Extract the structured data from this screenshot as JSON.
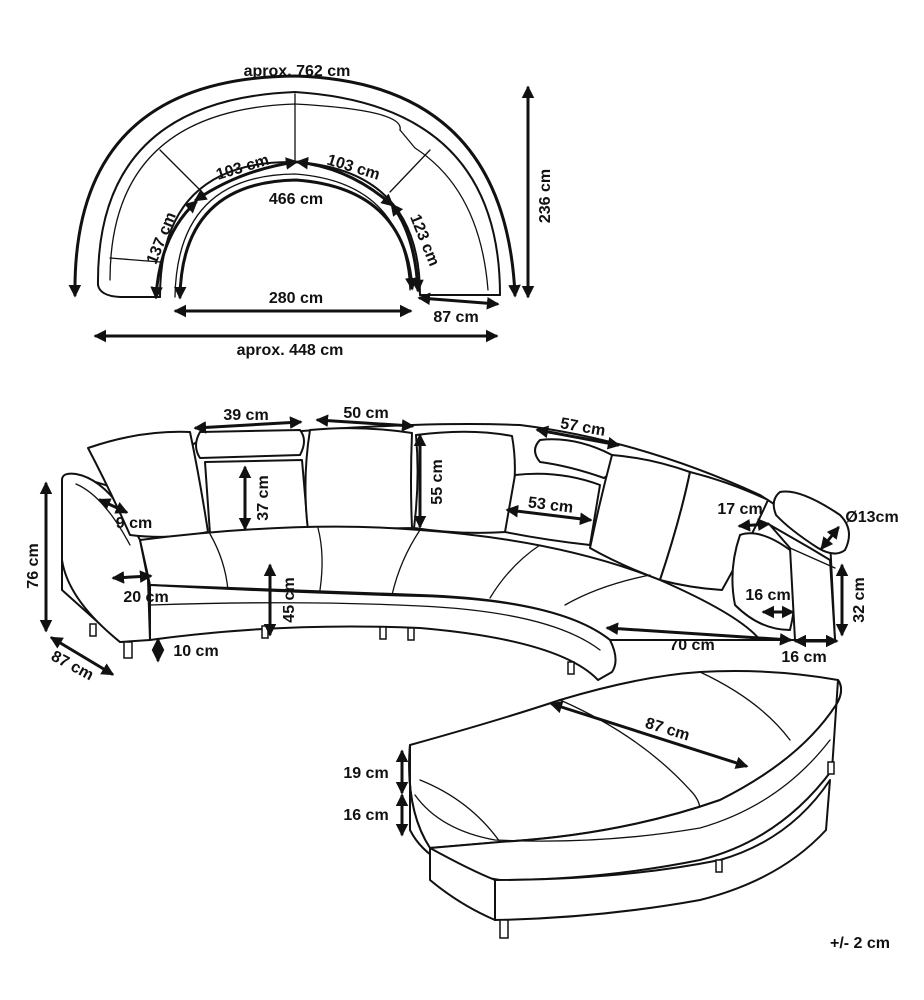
{
  "top_view": {
    "outer_arc": "aprox. 762 cm",
    "segment_left": "103 cm",
    "segment_right": "103 cm",
    "inner_arc": "466 cm",
    "left_depth": "137 cm",
    "right_depth": "123 cm",
    "height_total": "236 cm",
    "inner_width": "280 cm",
    "end_depth": "87 cm",
    "width_total": "aprox. 448 cm"
  },
  "perspective_view": {
    "pillow_a_width": "39 cm",
    "pillow_b_width": "50 cm",
    "pillow_c_width": "57 cm",
    "back_cushion_height": "37 cm",
    "pillow_height": "55 cm",
    "cushion_width": "53 cm",
    "arm_top": "9 cm",
    "height_total": "76 cm",
    "arm_width": "20 cm",
    "seat_height": "45 cm",
    "leg_height": "10 cm",
    "depth": "87 cm",
    "headrest_width": "17 cm",
    "headrest_diameter": "Ø13cm",
    "headrest_depth": "16 cm",
    "seat_depth": "70 cm",
    "back_end_width": "16 cm",
    "arm_height": "32 cm",
    "chaise_depth": "87 cm",
    "cushion_thickness": "19 cm",
    "base_thickness": "16 cm"
  },
  "tolerance": "+/- 2 cm"
}
